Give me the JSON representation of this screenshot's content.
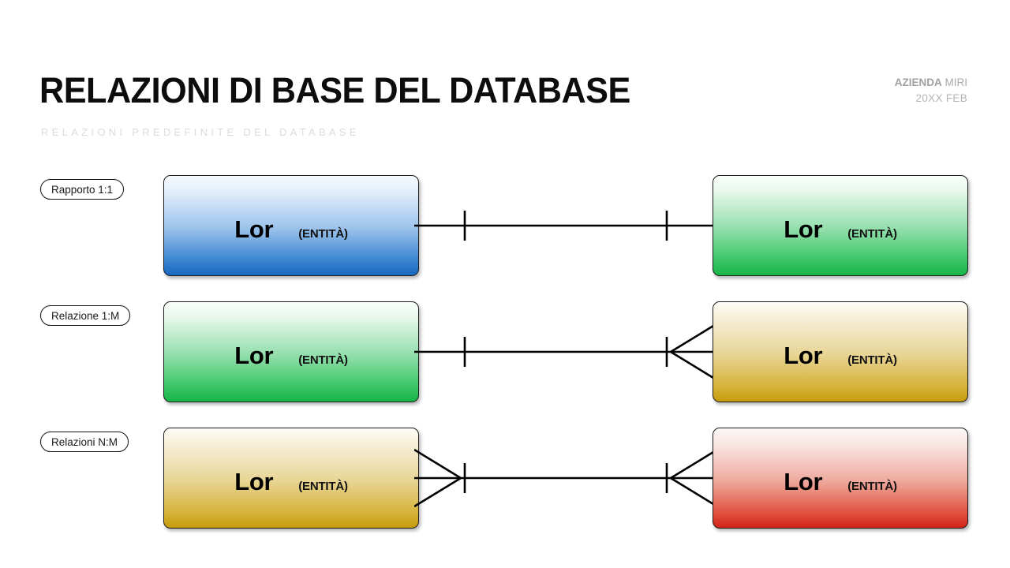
{
  "header": {
    "title": "RELAZIONI DI BASE DEL DATABASE",
    "subtitle": "RELAZIONI PREDEFINITE DEL DATABASE",
    "meta_company_strong": "AZIENDA",
    "meta_company_rest": " MIRI",
    "meta_date": "20XX FEB"
  },
  "diagram": {
    "type": "entity-relationship",
    "notation": "crows-foot",
    "rows": [
      {
        "label": "Rapporto 1:1",
        "cardinality": "1:1",
        "left_entity": {
          "name": "Lor",
          "tag": "(ENTITÀ)",
          "color": "#1767c0",
          "fill": "fill-blue"
        },
        "right_entity": {
          "name": "Lor",
          "tag": "(ENTITÀ)",
          "color": "#15b546",
          "fill": "fill-green"
        },
        "left_end": "one",
        "right_end": "one"
      },
      {
        "label": "Relazione 1:M",
        "cardinality": "1:M",
        "left_entity": {
          "name": "Lor",
          "tag": "(ENTITÀ)",
          "color": "#15b546",
          "fill": "fill-green"
        },
        "right_entity": {
          "name": "Lor",
          "tag": "(ENTITÀ)",
          "color": "#c59c09",
          "fill": "fill-gold"
        },
        "left_end": "one",
        "right_end": "many"
      },
      {
        "label": "Relazioni N:M",
        "cardinality": "N:M",
        "left_entity": {
          "name": "Lor",
          "tag": "(ENTITÀ)",
          "color": "#c59c09",
          "fill": "fill-gold"
        },
        "right_entity": {
          "name": "Lor",
          "tag": "(ENTITÀ)",
          "color": "#d32316",
          "fill": "fill-red"
        },
        "left_end": "many",
        "right_end": "many"
      }
    ]
  }
}
